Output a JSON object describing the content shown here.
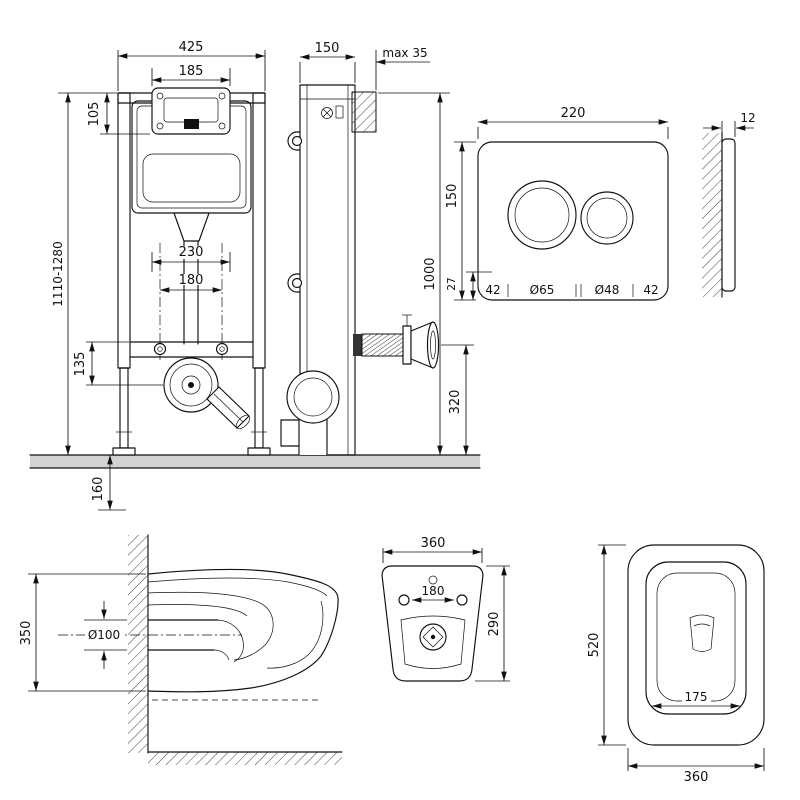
{
  "drawing": {
    "frame_front": {
      "width": "425",
      "inner_width": "185",
      "top_offset": "105",
      "height_range": "1110-1280",
      "spacing_outer": "230",
      "spacing_inner": "180",
      "outlet_offset": "135",
      "below_floor": "160"
    },
    "frame_side": {
      "depth": "150",
      "wall_gap": "max 35",
      "height": "1000",
      "outlet_height": "320"
    },
    "plate_front": {
      "width": "220",
      "height": "150",
      "bottom_offset": "27",
      "margin_left": "42",
      "big_button": "Ø65",
      "small_button": "Ø48",
      "margin_right": "42"
    },
    "plate_side": {
      "thickness": "12"
    },
    "bowl_side": {
      "height": "350",
      "pipe": "Ø100"
    },
    "bowl_back": {
      "width": "360",
      "hole_spacing": "180",
      "height": "290"
    },
    "bowl_top": {
      "length": "520",
      "inner_width": "175",
      "width": "360"
    }
  },
  "colors": {
    "line": "#111111",
    "floor_fill": "#d2d2d2",
    "hatch": "#444444",
    "background": "#ffffff"
  }
}
